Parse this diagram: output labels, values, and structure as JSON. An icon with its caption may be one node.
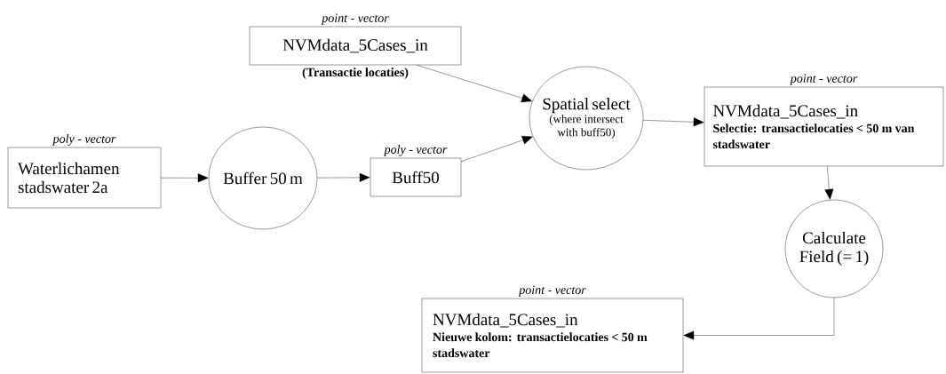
{
  "diagram": {
    "nodes": [
      {
        "text": [
          "point - vector",
          "NVMdata_5Cases_in"
        ],
        "beside": [
          "(Transactie locaties)"
        ]
      },
      {
        "text": [
          "poly - vector",
          "Waterlichamen stadswater 2a"
        ]
      },
      {
        "text": [
          "Buffer 50 m"
        ]
      },
      {
        "text": [
          "poly - vector",
          "Buff50"
        ]
      },
      {
        "text": [
          "Spatial select",
          "(where intersect with buff50)"
        ]
      },
      {
        "text": [
          "point - vector",
          "NVMdata_5Cases_in",
          "Selectie: transactielocaties < 50 m van stadswater"
        ]
      },
      {
        "text": [
          "Calculate Field (= 1)"
        ]
      },
      {
        "text": [
          "point - vector",
          "NVMdata_5Cases_in",
          "Nieuwe kolom: transactielocaties < 50 m stadswater"
        ]
      }
    ],
    "edges": [
      {
        "from": 1,
        "to": 2,
        "arrow": "to"
      },
      {
        "from": 2,
        "to": 3,
        "arrow": "to"
      },
      {
        "from": 0,
        "to": 4,
        "arrow": "to"
      },
      {
        "from": 3,
        "to": 4,
        "arrow": "to"
      },
      {
        "from": 4,
        "to": 5,
        "arrow": "to"
      },
      {
        "from": 5,
        "to": 6,
        "arrow": "to"
      },
      {
        "from": 6,
        "to": 7,
        "arrow": "to"
      }
    ]
  }
}
